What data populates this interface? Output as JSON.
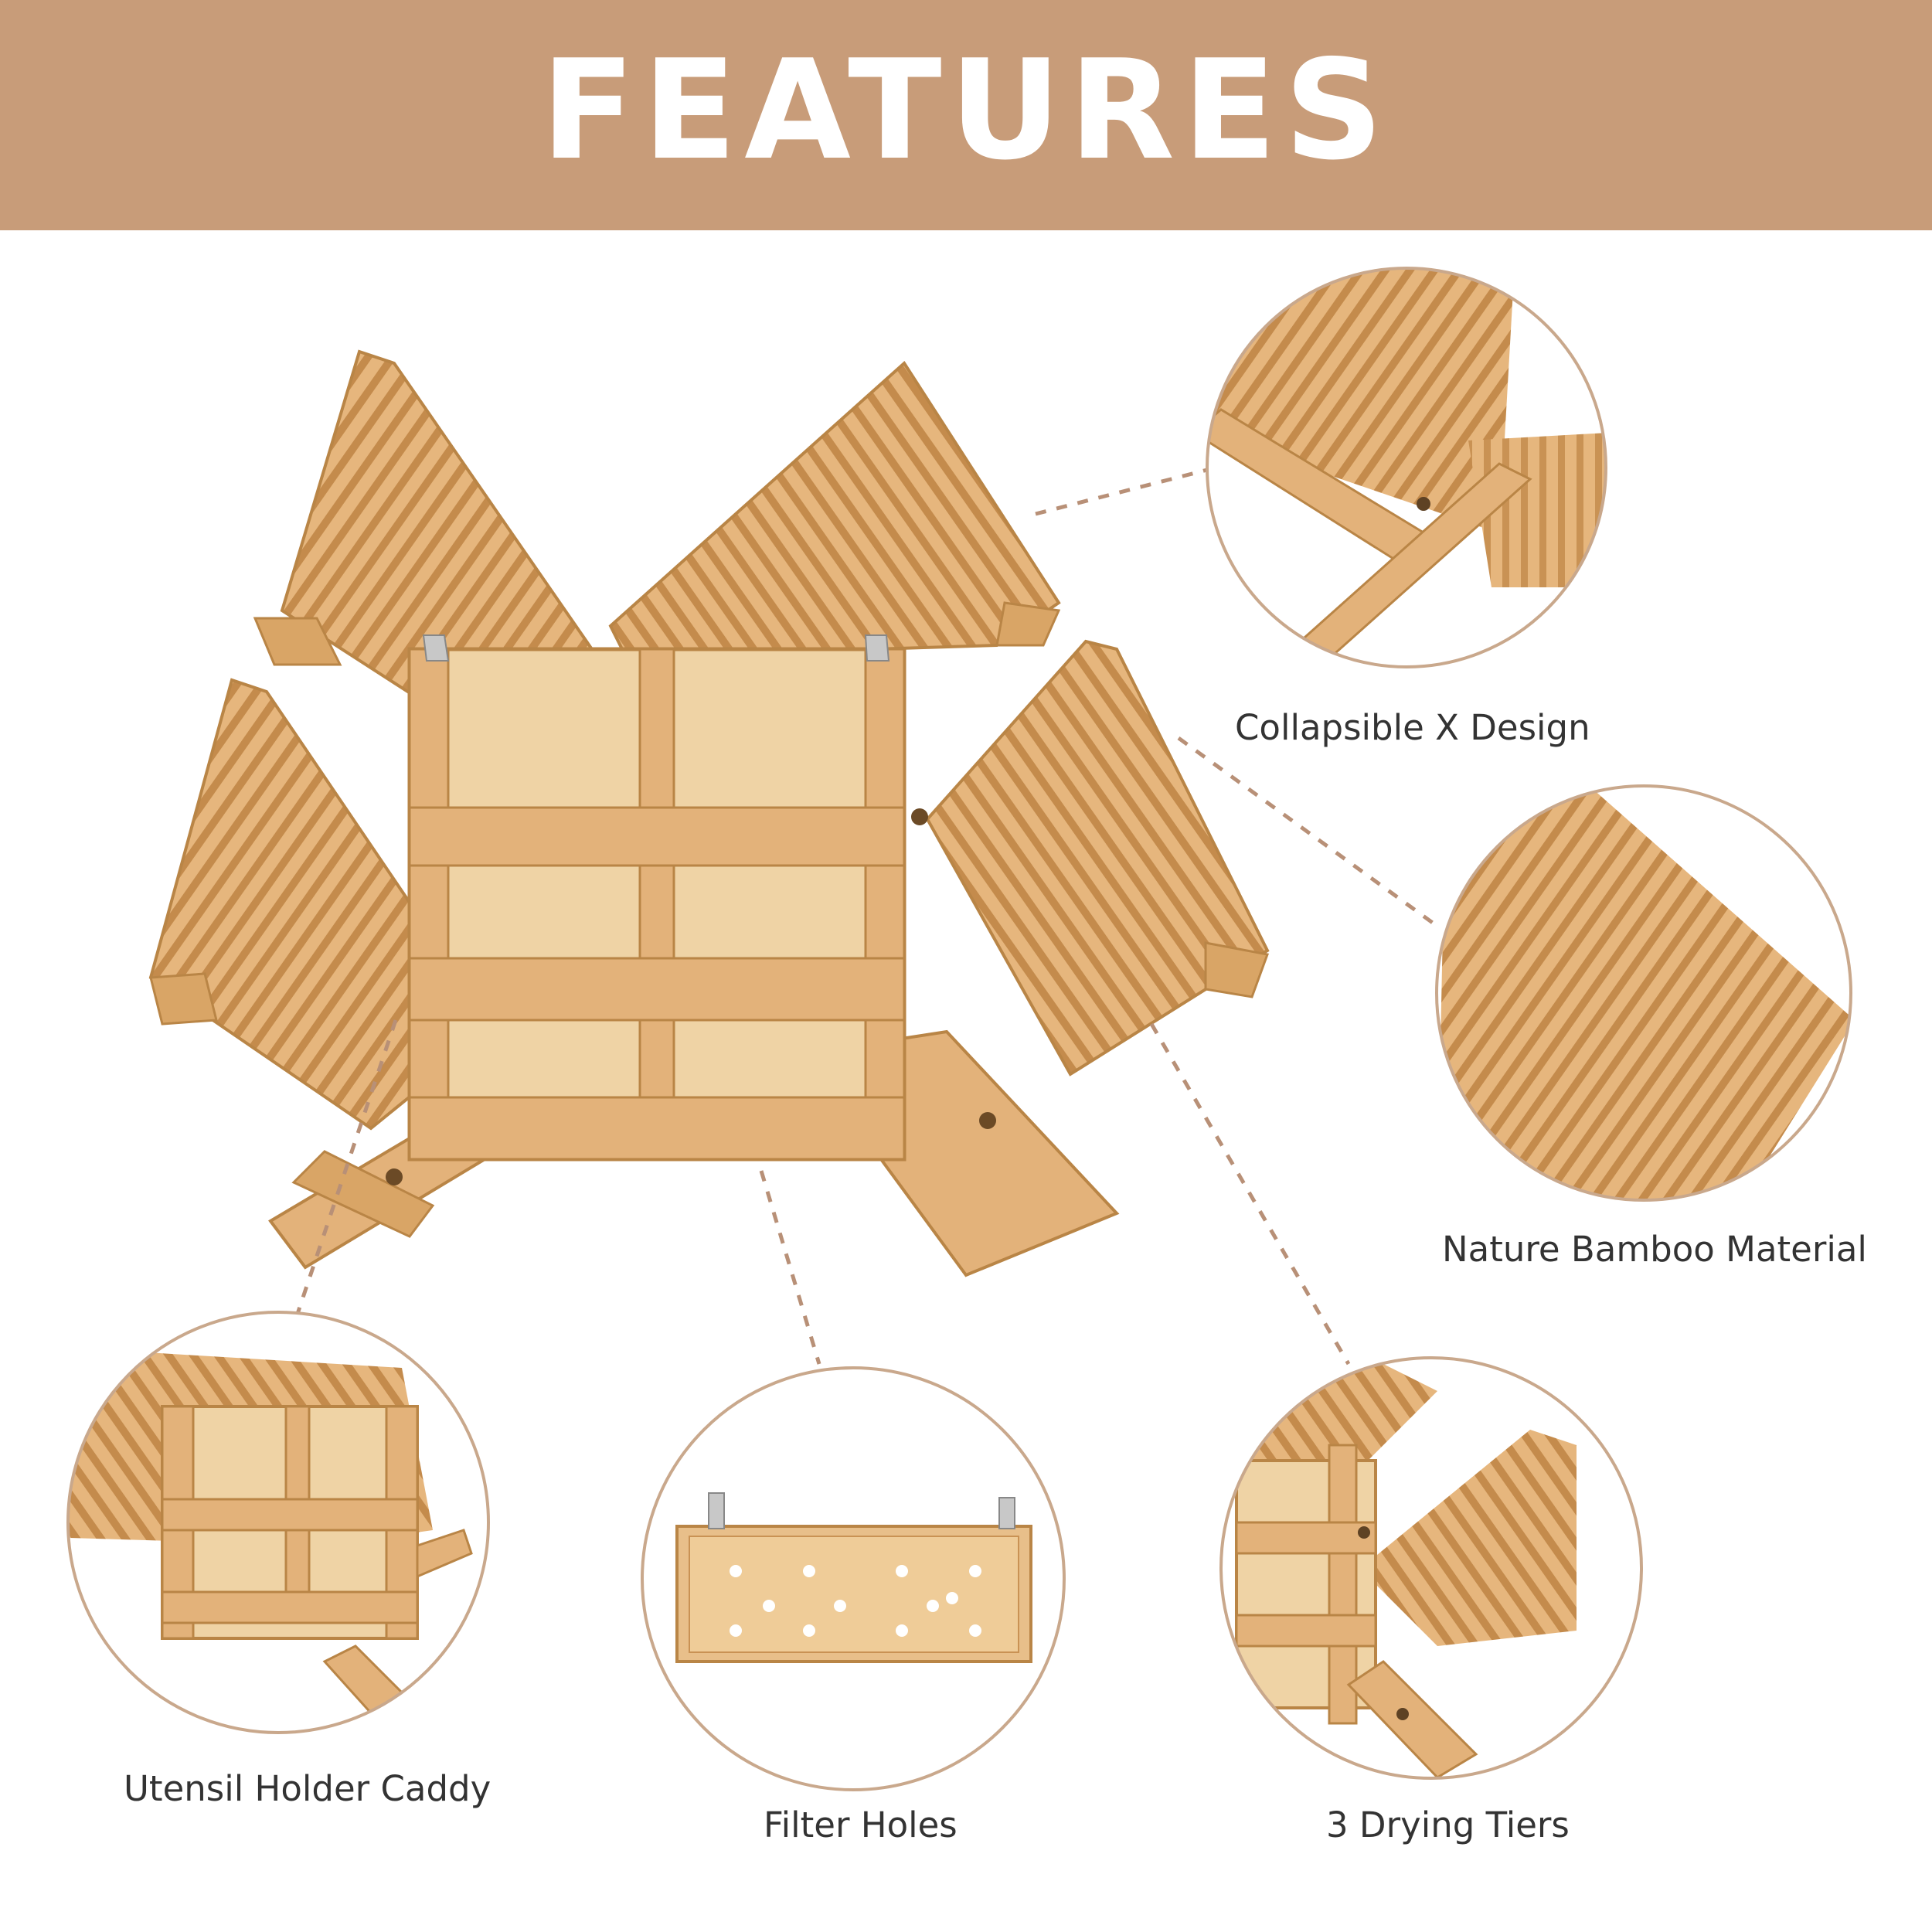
{
  "header": {
    "title": "FEATURES"
  },
  "features": {
    "collapsible": "Collapsible X Design",
    "nature": "Nature Bamboo Material",
    "utensil": "Utensil Holder Caddy",
    "filter": "Filter Holes",
    "tiers": "3 Drying Tiers"
  },
  "colors": {
    "banner": "#c89c79",
    "bamboo": "#e3b27a",
    "bamboo_dark": "#b98546",
    "circle_border": "#c9a88c",
    "dotted_line": "#b89077",
    "label_text": "#333333"
  }
}
